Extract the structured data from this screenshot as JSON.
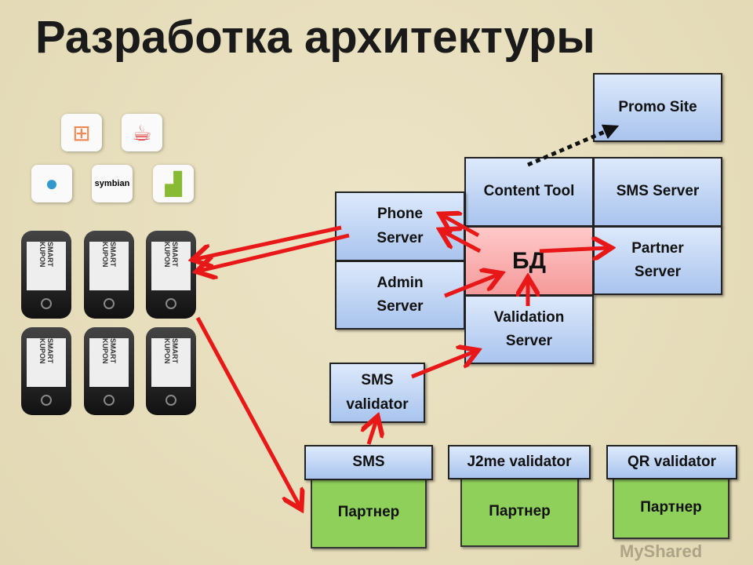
{
  "title": "Разработка архитектуры",
  "platforms": [
    "windows-icon",
    "java-icon",
    "apple-icon",
    "symbian-icon",
    "android-icon"
  ],
  "symbian_label": "symbian",
  "phone_screen_label": "SMART KUPON",
  "boxes": {
    "promo_site": "Promo Site",
    "content_tool": "Content Tool",
    "sms_server": "SMS Server",
    "phone_server": "Phone Server",
    "admin_server": "Admin Server",
    "db": "БД",
    "partner_server": "Partner Server",
    "validation_server": "Validation Server",
    "sms_validator": "SMS validator",
    "sms": "SMS",
    "j2me_validator": "J2me validator",
    "qr_validator": "QR validator",
    "partner1": "Партнер",
    "partner2": "Партнер",
    "partner3": "Партнер"
  },
  "watermark": "MyShared",
  "colors": {
    "arrow": "#e81818",
    "box": "#b8cff2",
    "db": "#f8aaaa",
    "partner": "#8fd05a"
  }
}
